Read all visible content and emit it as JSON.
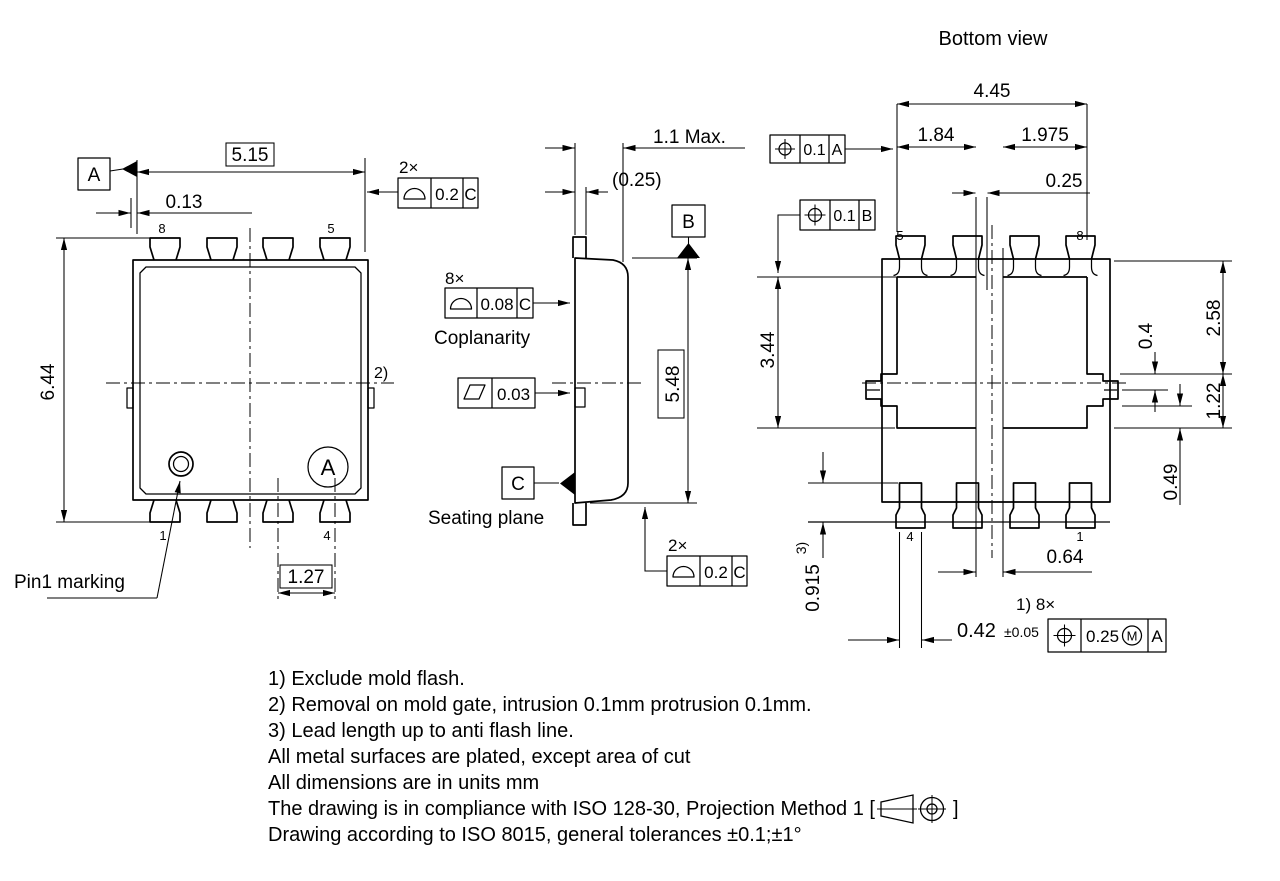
{
  "colors": {
    "ink": "#000000",
    "bg": "#ffffff"
  },
  "bottom_view_title": "Bottom view",
  "top_view": {
    "datum_a": "A",
    "dim_width": "5.15",
    "dim_offset": "0.13",
    "dim_height": "6.44",
    "dim_pitch": "1.27",
    "pin1_label": "Pin1 marking",
    "view_letter": "A",
    "note_ref": "2)",
    "pin_top_left": "8",
    "pin_top_right": "5",
    "pin_bottom_left": "1",
    "pin_bottom_right": "4",
    "fcf_leads": {
      "count": "2×",
      "tolerance": "0.2",
      "datum": "C"
    }
  },
  "side_view": {
    "dim_thickness": "1.1 Max.",
    "dim_standoff": "(0.25)",
    "datum_b": "B",
    "fcf_coplanarity": {
      "count": "8×",
      "tolerance": "0.08",
      "datum": "C",
      "label": "Coplanarity"
    },
    "fcf_flatness": {
      "tolerance": "0.03"
    },
    "dim_length": "5.48",
    "datum_c": "C",
    "seating_plane_label": "Seating plane",
    "fcf_leads": {
      "count": "2×",
      "tolerance": "0.2",
      "datum": "C"
    }
  },
  "bottom_view": {
    "dim_pad_span": "4.45",
    "dim_left_pad": "1.84",
    "dim_right_pad": "1.975",
    "dim_gap": "0.25",
    "dim_pad_height": "3.44",
    "dim_upper_pad": "2.58",
    "dim_tab_width": "0.4",
    "dim_lower_pad": "1.22",
    "dim_tab_offset": "0.49",
    "dim_center_strip": "0.64",
    "dim_lead_length": "0.915",
    "lead_length_ref": "3)",
    "dim_lead_width": "0.42",
    "dim_lead_width_tol": "±0.05",
    "lead_count_ref": "1) 8×",
    "fcf_position_a": {
      "tolerance": "0.1",
      "datum": "A"
    },
    "fcf_position_b": {
      "tolerance": "0.1",
      "datum": "B"
    },
    "fcf_position_leads": {
      "tolerance": "0.25",
      "modifier": "M",
      "datum": "A"
    },
    "pin_top_left": "5",
    "pin_top_right": "8",
    "pin_bottom_left": "4",
    "pin_bottom_right": "1"
  },
  "notes": {
    "line1": "1) Exclude mold flash.",
    "line2": "2) Removal on mold gate, intrusion 0.1mm protrusion 0.1mm.",
    "line3": "3) Lead length up to anti flash line.",
    "line4": "All metal surfaces are plated, except area of cut",
    "line5": "All dimensions are in units mm",
    "line6_prefix": "The drawing is in compliance with ISO 128-30, Projection Method 1 [",
    "line6_suffix": "]",
    "line7": "Drawing according to ISO 8015, general tolerances ±0.1;±1°"
  }
}
